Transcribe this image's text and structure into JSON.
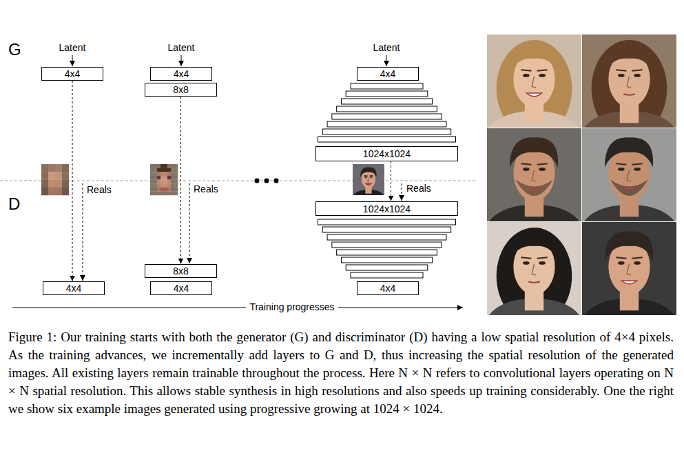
{
  "diagram": {
    "caption": "Figure 1: Our training starts with both the generator (G) and discriminator (D) having a low spatial resolution of 4×4 pixels. As the training advances, we incrementally add layers to G and D, thus increasing the spatial resolution of the generated images. All existing layers remain trainable throughout the process. Here N × N refers to convolutional layers operating on N × N spatial resolution. This allows stable synthesis in high resolutions and also speeds up training considerably. One the right we show six example images generated using progressive growing at 1024 × 1024.",
    "nodes": [
      {
        "text": [
          "4x4"
        ]
      },
      {
        "text": [
          "4x4"
        ]
      },
      {
        "text": [
          "8x8"
        ]
      },
      {
        "text": [
          "4x4"
        ]
      },
      {
        "text": [
          "1024x1024"
        ]
      },
      {
        "text": [
          "4x4"
        ]
      },
      {
        "text": [
          "8x8"
        ]
      },
      {
        "text": [
          "4x4"
        ]
      },
      {
        "text": [
          "1024x1024"
        ]
      },
      {
        "text": [
          "4x4"
        ]
      }
    ],
    "edges": [
      {
        "from": 0,
        "to": 5,
        "arrow": "to"
      },
      {
        "from": 2,
        "to": 6,
        "arrow": "to"
      },
      {
        "from": 4,
        "to": 8,
        "arrow": "to"
      }
    ],
    "labels": [
      "G",
      "D",
      "Latent",
      "Latent",
      "Latent",
      "Reals",
      "Reals",
      "Reals",
      "Training progresses"
    ]
  }
}
